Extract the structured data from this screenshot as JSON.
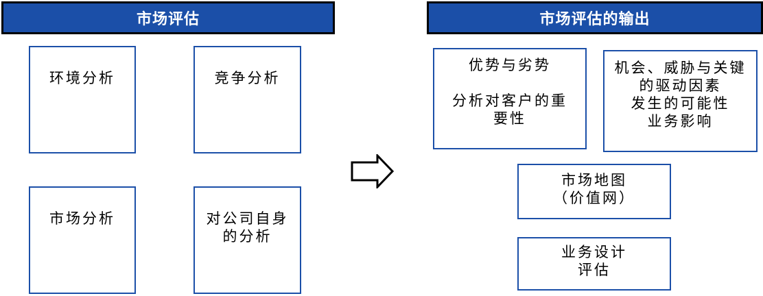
{
  "left_panel": {
    "header": "市场评估",
    "boxes": [
      {
        "id": "environment-analysis",
        "lines": [
          "环境分析"
        ]
      },
      {
        "id": "competition-analysis",
        "lines": [
          "竞争分析"
        ]
      },
      {
        "id": "market-analysis",
        "lines": [
          "市场分析"
        ]
      },
      {
        "id": "company-self-analysis",
        "lines": [
          "对公司自身",
          "的分析"
        ]
      }
    ]
  },
  "arrow": {
    "icon": "right-block-arrow",
    "direction": "right"
  },
  "right_panel": {
    "header": "市场评估的输出",
    "boxes": [
      {
        "id": "strengths-weaknesses",
        "lines": [
          "优势与劣势",
          "",
          "分析对客户的重",
          "要性"
        ]
      },
      {
        "id": "opportunities-threats",
        "lines": [
          "机会、威胁与关键",
          "的驱动因素",
          "发生的可能性",
          "业务影响"
        ]
      },
      {
        "id": "market-map",
        "lines": [
          "市场地图",
          "（价值网）"
        ]
      },
      {
        "id": "business-design-evaluation",
        "lines": [
          "业务设计",
          "评估"
        ]
      }
    ]
  },
  "colors": {
    "header_background": "#1B4FA8",
    "header_border": "#000000",
    "header_text": "#FFFFFF",
    "box_border": "#1B4FA8",
    "box_background": "#FFFFFF",
    "box_text": "#000000",
    "arrow_outline": "#000000"
  }
}
